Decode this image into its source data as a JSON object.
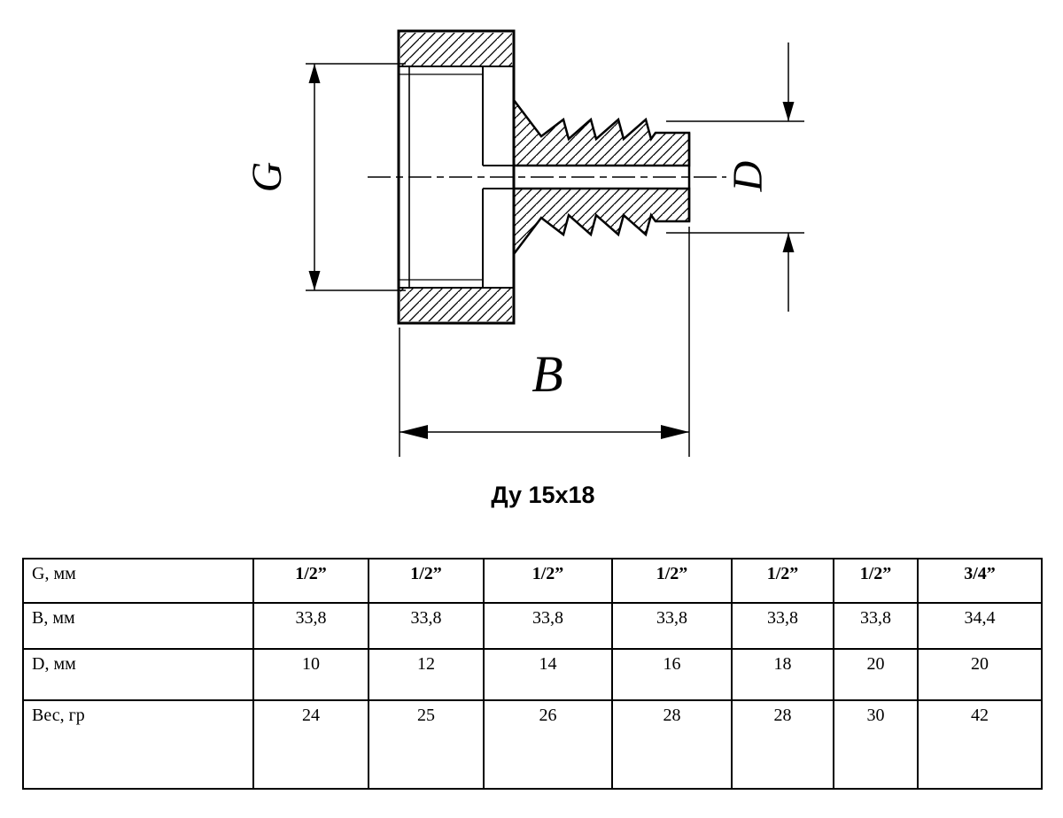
{
  "title": "Ду 15x18",
  "drawing": {
    "labels": {
      "g": "G",
      "b": "B",
      "d": "D"
    }
  },
  "table": {
    "rows": [
      {
        "label": "G, мм",
        "values": [
          "1/2”",
          "1/2”",
          "1/2”",
          "1/2”",
          "1/2”",
          "1/2”",
          "3/4”"
        ]
      },
      {
        "label": "B, мм",
        "values": [
          "33,8",
          "33,8",
          "33,8",
          "33,8",
          "33,8",
          "33,8",
          "34,4"
        ]
      },
      {
        "label": "D, мм",
        "values": [
          "10",
          "12",
          "14",
          "16",
          "18",
          "20",
          "20"
        ]
      },
      {
        "label": "Вес, гр",
        "values": [
          "24",
          "25",
          "26",
          "28",
          "28",
          "30",
          "42"
        ]
      }
    ]
  }
}
